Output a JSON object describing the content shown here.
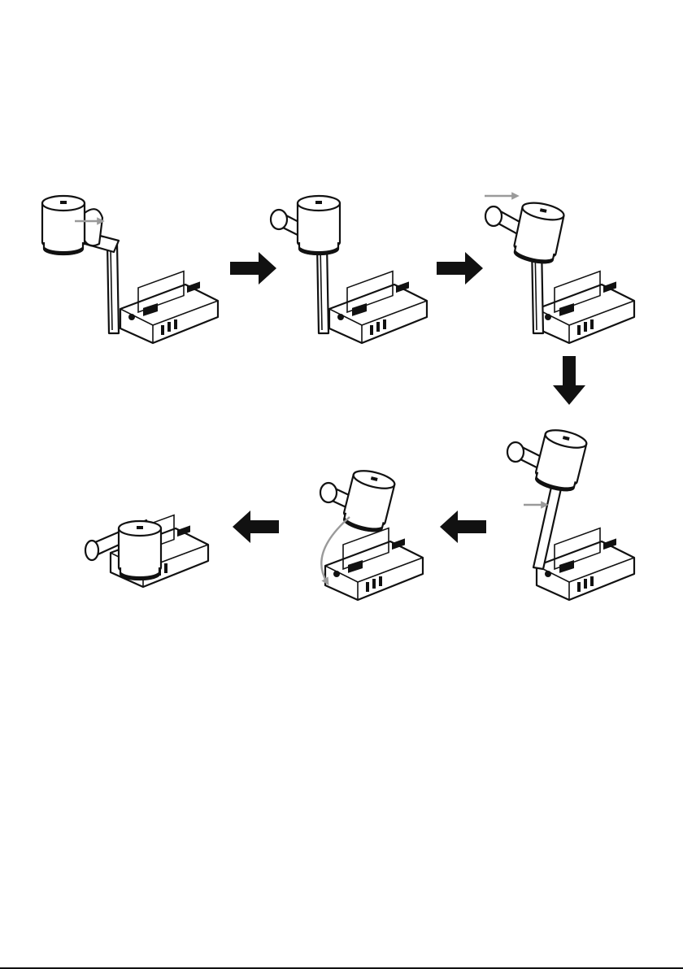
{
  "figure": {
    "steps": [
      {
        "id": 1,
        "description_icon": "camera-lens-head-extended"
      },
      {
        "id": 2,
        "description_icon": "camera-head-rotated"
      },
      {
        "id": 3,
        "description_icon": "camera-head-tilted"
      },
      {
        "id": 4,
        "description_icon": "arm-lowering"
      },
      {
        "id": 5,
        "description_icon": "arm-folding"
      },
      {
        "id": 6,
        "description_icon": "fully-folded"
      }
    ],
    "flow_arrows": [
      "right",
      "right",
      "down",
      "left",
      "left"
    ],
    "colors": {
      "line": "#111111",
      "hint_arrow": "#9a9a9a",
      "background": "#ffffff"
    }
  }
}
